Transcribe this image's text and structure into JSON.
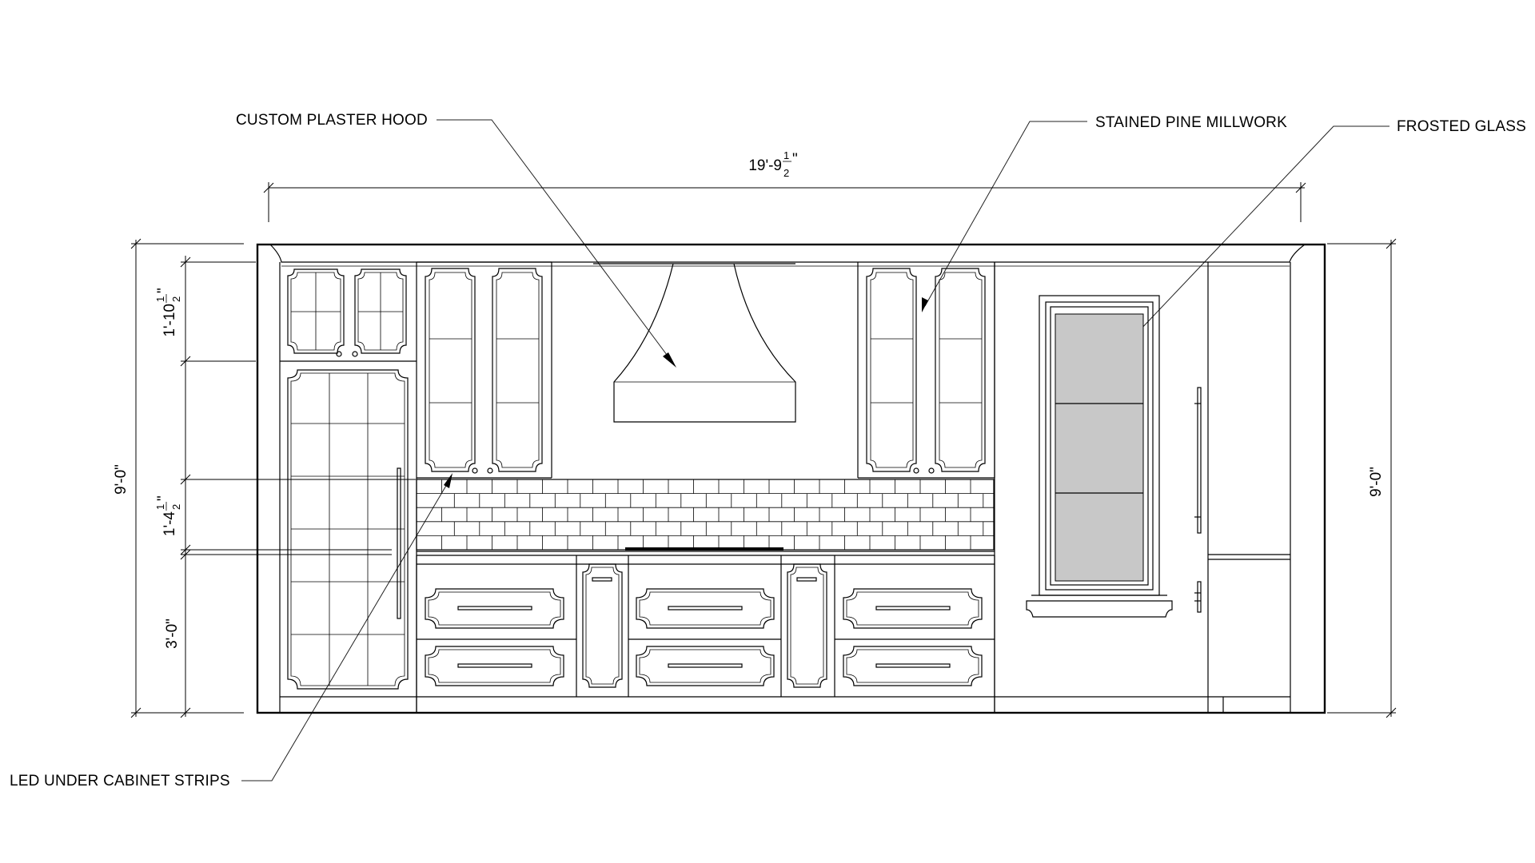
{
  "callouts": {
    "hood": "CUSTOM PLASTER HOOD",
    "millwork": "STAINED PINE MILLWORK",
    "glass": "FROSTED GLASS",
    "led": "LED UNDER CABINET STRIPS"
  },
  "dimensions": {
    "overall_width": {
      "main": "19'-9",
      "num": "1",
      "den": "2",
      "inch": "\""
    },
    "left_height": "9'-0\"",
    "right_height": "9'-0\"",
    "upper_cabinet": {
      "main": "1'-10",
      "num": "1",
      "den": "2",
      "inch": "\""
    },
    "backsplash": {
      "main": "1'-4",
      "num": "1",
      "den": "2",
      "inch": "\""
    },
    "base_cabinet": "3'-0\""
  },
  "colors": {
    "line": "#000000",
    "frosted_glass": "#c8c8c8",
    "background": "#ffffff"
  }
}
